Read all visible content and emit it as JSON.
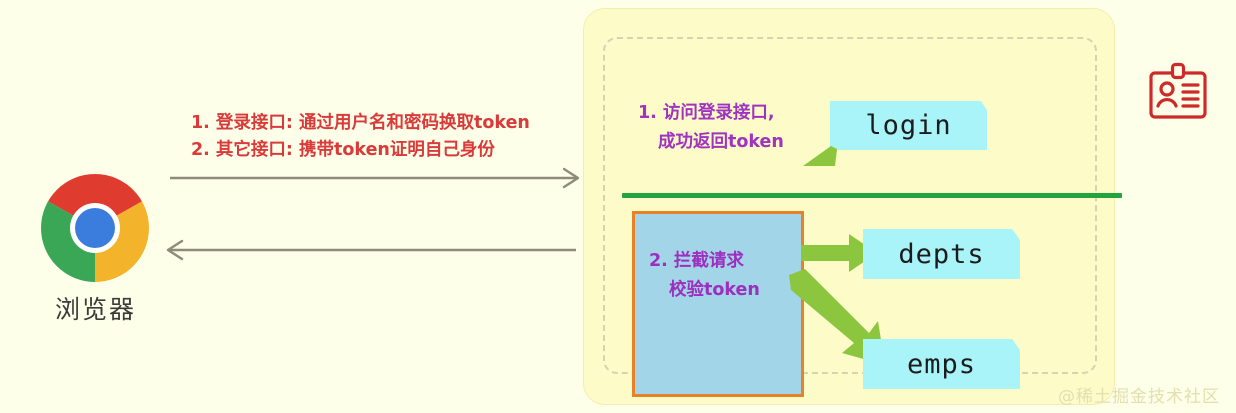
{
  "background_color": "#fdffe9",
  "browser": {
    "label": "浏览器",
    "icon": "chrome-logo",
    "colors": {
      "red": "#e03b2f",
      "yellow": "#f3b32b",
      "green": "#3aa757",
      "blue": "#3b7ddd",
      "white": "#ffffff"
    }
  },
  "requests": {
    "line1": "1. 登录接口: 通过用户名和密码换取token",
    "line2": "2. 其它接口: 携带token证明自己身份",
    "color": "#d93a3a",
    "arrow_forward": "request-arrow-right",
    "arrow_back": "response-arrow-left",
    "arrow_color": "#8c8c78"
  },
  "server_panel": {
    "background": "#fdfbc8",
    "divider_color": "#23a33e",
    "steps": [
      {
        "id": "step-1",
        "line1": "1. 访问登录接口,",
        "line2": "成功返回token",
        "color": "#a033c0"
      },
      {
        "id": "step-2",
        "line1": "2. 拦截请求",
        "line2": "校验token",
        "color": "#9c2fbf"
      }
    ],
    "interceptor": {
      "fill": "#a2d5e8",
      "border": "#e8822a"
    },
    "endpoints": [
      {
        "id": "login",
        "label": "login"
      },
      {
        "id": "depts",
        "label": "depts"
      },
      {
        "id": "emps",
        "label": "emps"
      }
    ],
    "flow_arrow_color": "#8cc63f"
  },
  "id_badge": {
    "icon": "id-card-icon",
    "color": "#cf2a2a"
  },
  "watermark": {
    "text": "@稀土掘金技术社区"
  }
}
